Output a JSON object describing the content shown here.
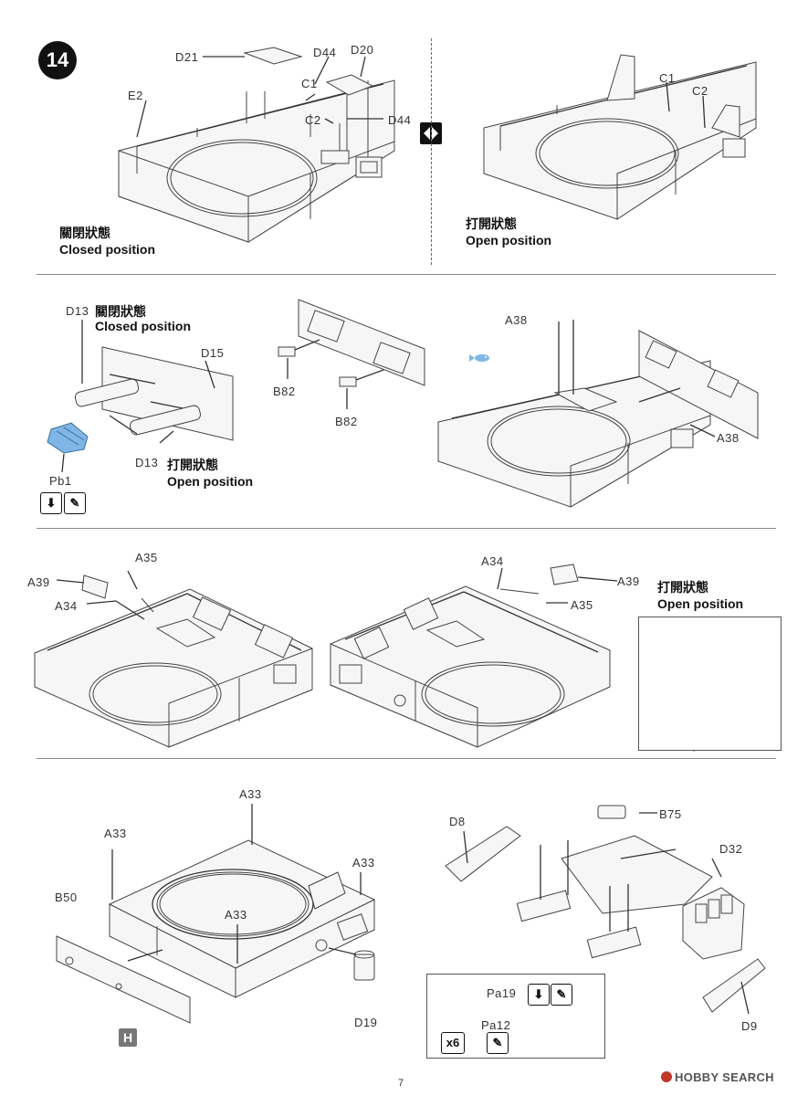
{
  "page": {
    "step_number": "14",
    "page_number": "7",
    "watermark": "HOBBY SEARCH"
  },
  "section1": {
    "labels": {
      "d21": "D21",
      "d44a": "D44",
      "d20": "D20",
      "e2": "E2",
      "c1": "C1",
      "c2": "C2",
      "d44b": "D44",
      "c1r": "C1",
      "c2r": "C2"
    },
    "closed_jp": "關閉狀態",
    "closed_en": "Closed position",
    "open_jp": "打開狀態",
    "open_en": "Open position"
  },
  "section2": {
    "labels": {
      "d13a": "D13",
      "d15": "D15",
      "d13b": "D13",
      "pb1": "Pb1",
      "b82a": "B82",
      "b82b": "B82",
      "a38a": "A38",
      "a38b": "A38"
    },
    "closed_jp": "關閉狀態",
    "closed_en": "Closed position",
    "open_jp": "打開狀態",
    "open_en": "Open position"
  },
  "section3": {
    "labels": {
      "a35": "A35",
      "a39": "A39",
      "a34": "A34",
      "a34r": "A34",
      "a39r": "A39",
      "a35r": "A35"
    },
    "open_jp": "打開狀態",
    "open_en": "Open position"
  },
  "section4": {
    "labels": {
      "a33top": "A33",
      "a33left": "A33",
      "a33right": "A33",
      "a33mid": "A33",
      "b50": "B50",
      "d19": "D19",
      "d8": "D8",
      "b75": "B75",
      "d32": "D32",
      "d9": "D9",
      "pa19": "Pa19",
      "pa12": "Pa12",
      "x6": "x6",
      "h": "H"
    }
  },
  "colors": {
    "line": "#444444",
    "part_highlight": "#7fb6e6",
    "step_circle": "#111111"
  },
  "icons": [
    "glue-icon",
    "paint-brush-icon",
    "flip-arrow-icon",
    "fish-hint-icon"
  ]
}
